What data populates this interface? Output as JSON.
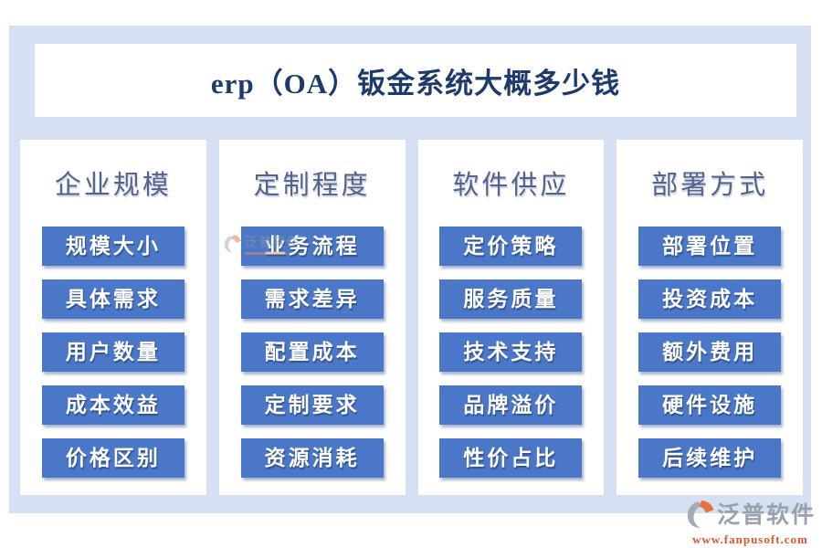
{
  "page": {
    "title": "erp（OA）钣金系统大概多少钱"
  },
  "columns": [
    {
      "header": "企业规模",
      "items": [
        "规模大小",
        "具体需求",
        "用户数量",
        "成本效益",
        "价格区别"
      ]
    },
    {
      "header": "定制程度",
      "items": [
        "业务流程",
        "需求差异",
        "配置成本",
        "定制要求",
        "资源消耗"
      ]
    },
    {
      "header": "软件供应",
      "items": [
        "定价策略",
        "服务质量",
        "技术支持",
        "品牌溢价",
        "性价占比"
      ]
    },
    {
      "header": "部署方式",
      "items": [
        "部署位置",
        "投资成本",
        "额外费用",
        "硬件设施",
        "后续维护"
      ]
    }
  ],
  "branding": {
    "logo_text": "泛普软件",
    "website": "www.fanpusoft.com",
    "logo_icon": "fanpu-swirl-logo"
  },
  "watermark": {
    "logo_text": "泛普软件"
  },
  "colors": {
    "panel_bg": "#d7dff2",
    "button_bg": "#4a77c8",
    "title_text": "#1d3a6d",
    "header_text": "#56628c",
    "brand_gray": "#99a1ad",
    "brand_orange": "#e25427"
  }
}
